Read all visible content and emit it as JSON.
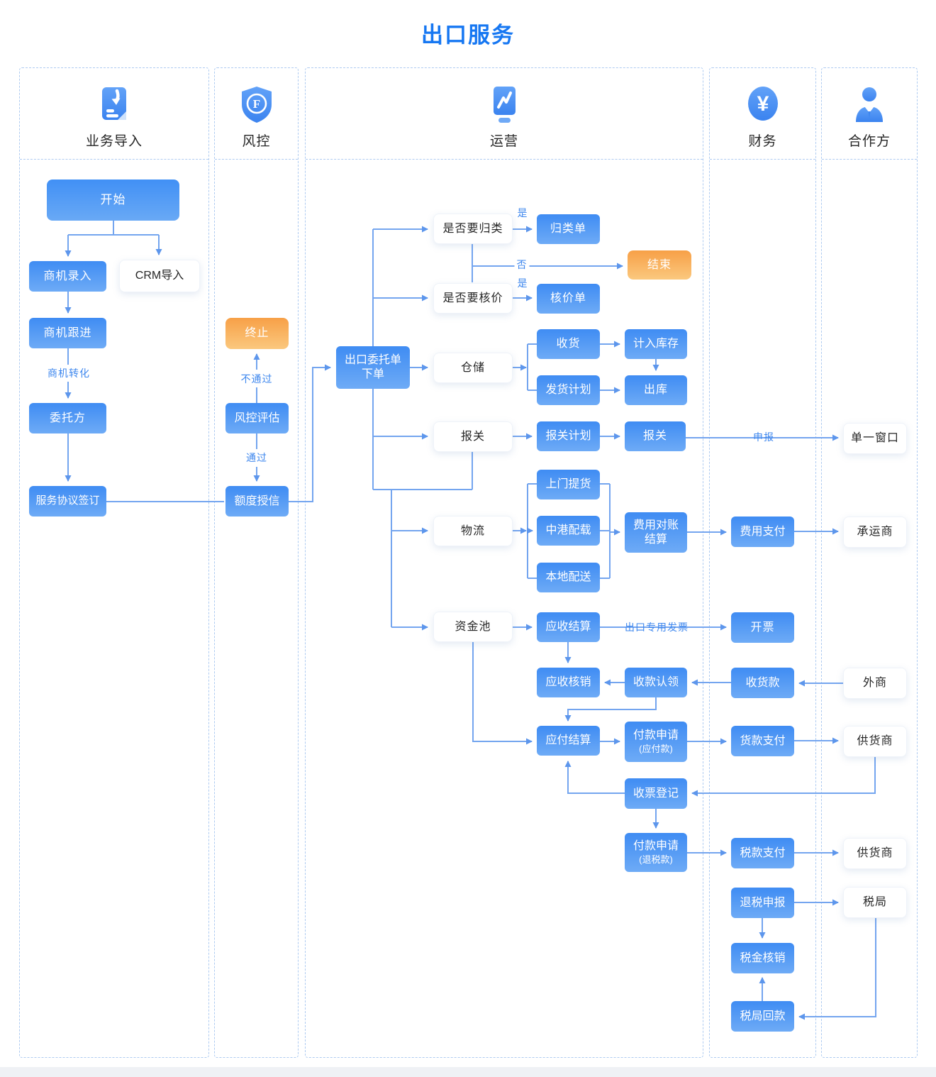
{
  "title": "出口服务",
  "lanes": [
    {
      "name": "业务导入",
      "icon": "document-import-icon"
    },
    {
      "name": "风控",
      "icon": "shield-f-icon"
    },
    {
      "name": "运营",
      "icon": "trend-chart-icon"
    },
    {
      "name": "财务",
      "icon": "yuan-coin-icon"
    },
    {
      "name": "合作方",
      "icon": "person-icon"
    }
  ],
  "nodes": {
    "start": "开始",
    "lead_entry": "商机录入",
    "crm_import": "CRM导入",
    "lead_follow": "商机跟进",
    "principal": "委托方",
    "service_sign": "服务协议签订",
    "terminate": "终止",
    "risk_eval": "风控评估",
    "credit_grant": "额度授信",
    "export_order_l1": "出口委托单",
    "export_order_l2": "下单",
    "q_classify": "是否要归类",
    "classify_doc": "归类单",
    "end": "结束",
    "q_pricing": "是否要核价",
    "pricing_doc": "核价单",
    "warehouse": "仓储",
    "receive_goods": "收货",
    "into_stock": "计入库存",
    "ship_plan": "发货计划",
    "out_stock": "出库",
    "customs": "报关",
    "customs_plan": "报关计划",
    "customs_do": "报关",
    "single_window": "单一窗口",
    "logistics": "物流",
    "pickup": "上门提货",
    "hk_transport": "中港配载",
    "local_delivery": "本地配送",
    "fee_recon_l1": "费用对账",
    "fee_recon_l2": "结算",
    "fee_pay": "费用支付",
    "carrier": "承运商",
    "fund_pool": "资金池",
    "ar_settle": "应收结算",
    "invoice": "开票",
    "ar_writeoff": "应收核销",
    "payment_claim": "收款认领",
    "receive_payment": "收货款",
    "foreign_buyer": "外商",
    "ap_settle": "应付结算",
    "pay_req_ap_l1": "付款申请",
    "pay_req_ap_l2": "(应付款)",
    "goods_pay": "货款支付",
    "supplier1": "供货商",
    "invoice_reg": "收票登记",
    "pay_req_tax_l1": "付款申请",
    "pay_req_tax_l2": "(退税款)",
    "tax_pay": "税款支付",
    "supplier2": "供货商",
    "tax_refund_declare": "退税申报",
    "tax_bureau": "税局",
    "tax_writeoff": "税金核销",
    "tax_bureau_return": "税局回款"
  },
  "edge_labels": {
    "lead_convert": "商机转化",
    "reject": "不通过",
    "pass": "通过",
    "yes1": "是",
    "no": "否",
    "yes2": "是",
    "declare": "申报",
    "export_invoice": "出口专用发票"
  },
  "colors": {
    "title": "#1677F2",
    "node_blue_top": "#3F8CF3",
    "node_blue_bottom": "#6EABF6",
    "node_orange_top": "#F7A047",
    "node_orange_bottom": "#FBC87E",
    "connector": "#74A5EF",
    "arrowhead": "#5D96EC",
    "lane_border": "#AECBF1",
    "label_blue": "#3E87EE"
  }
}
